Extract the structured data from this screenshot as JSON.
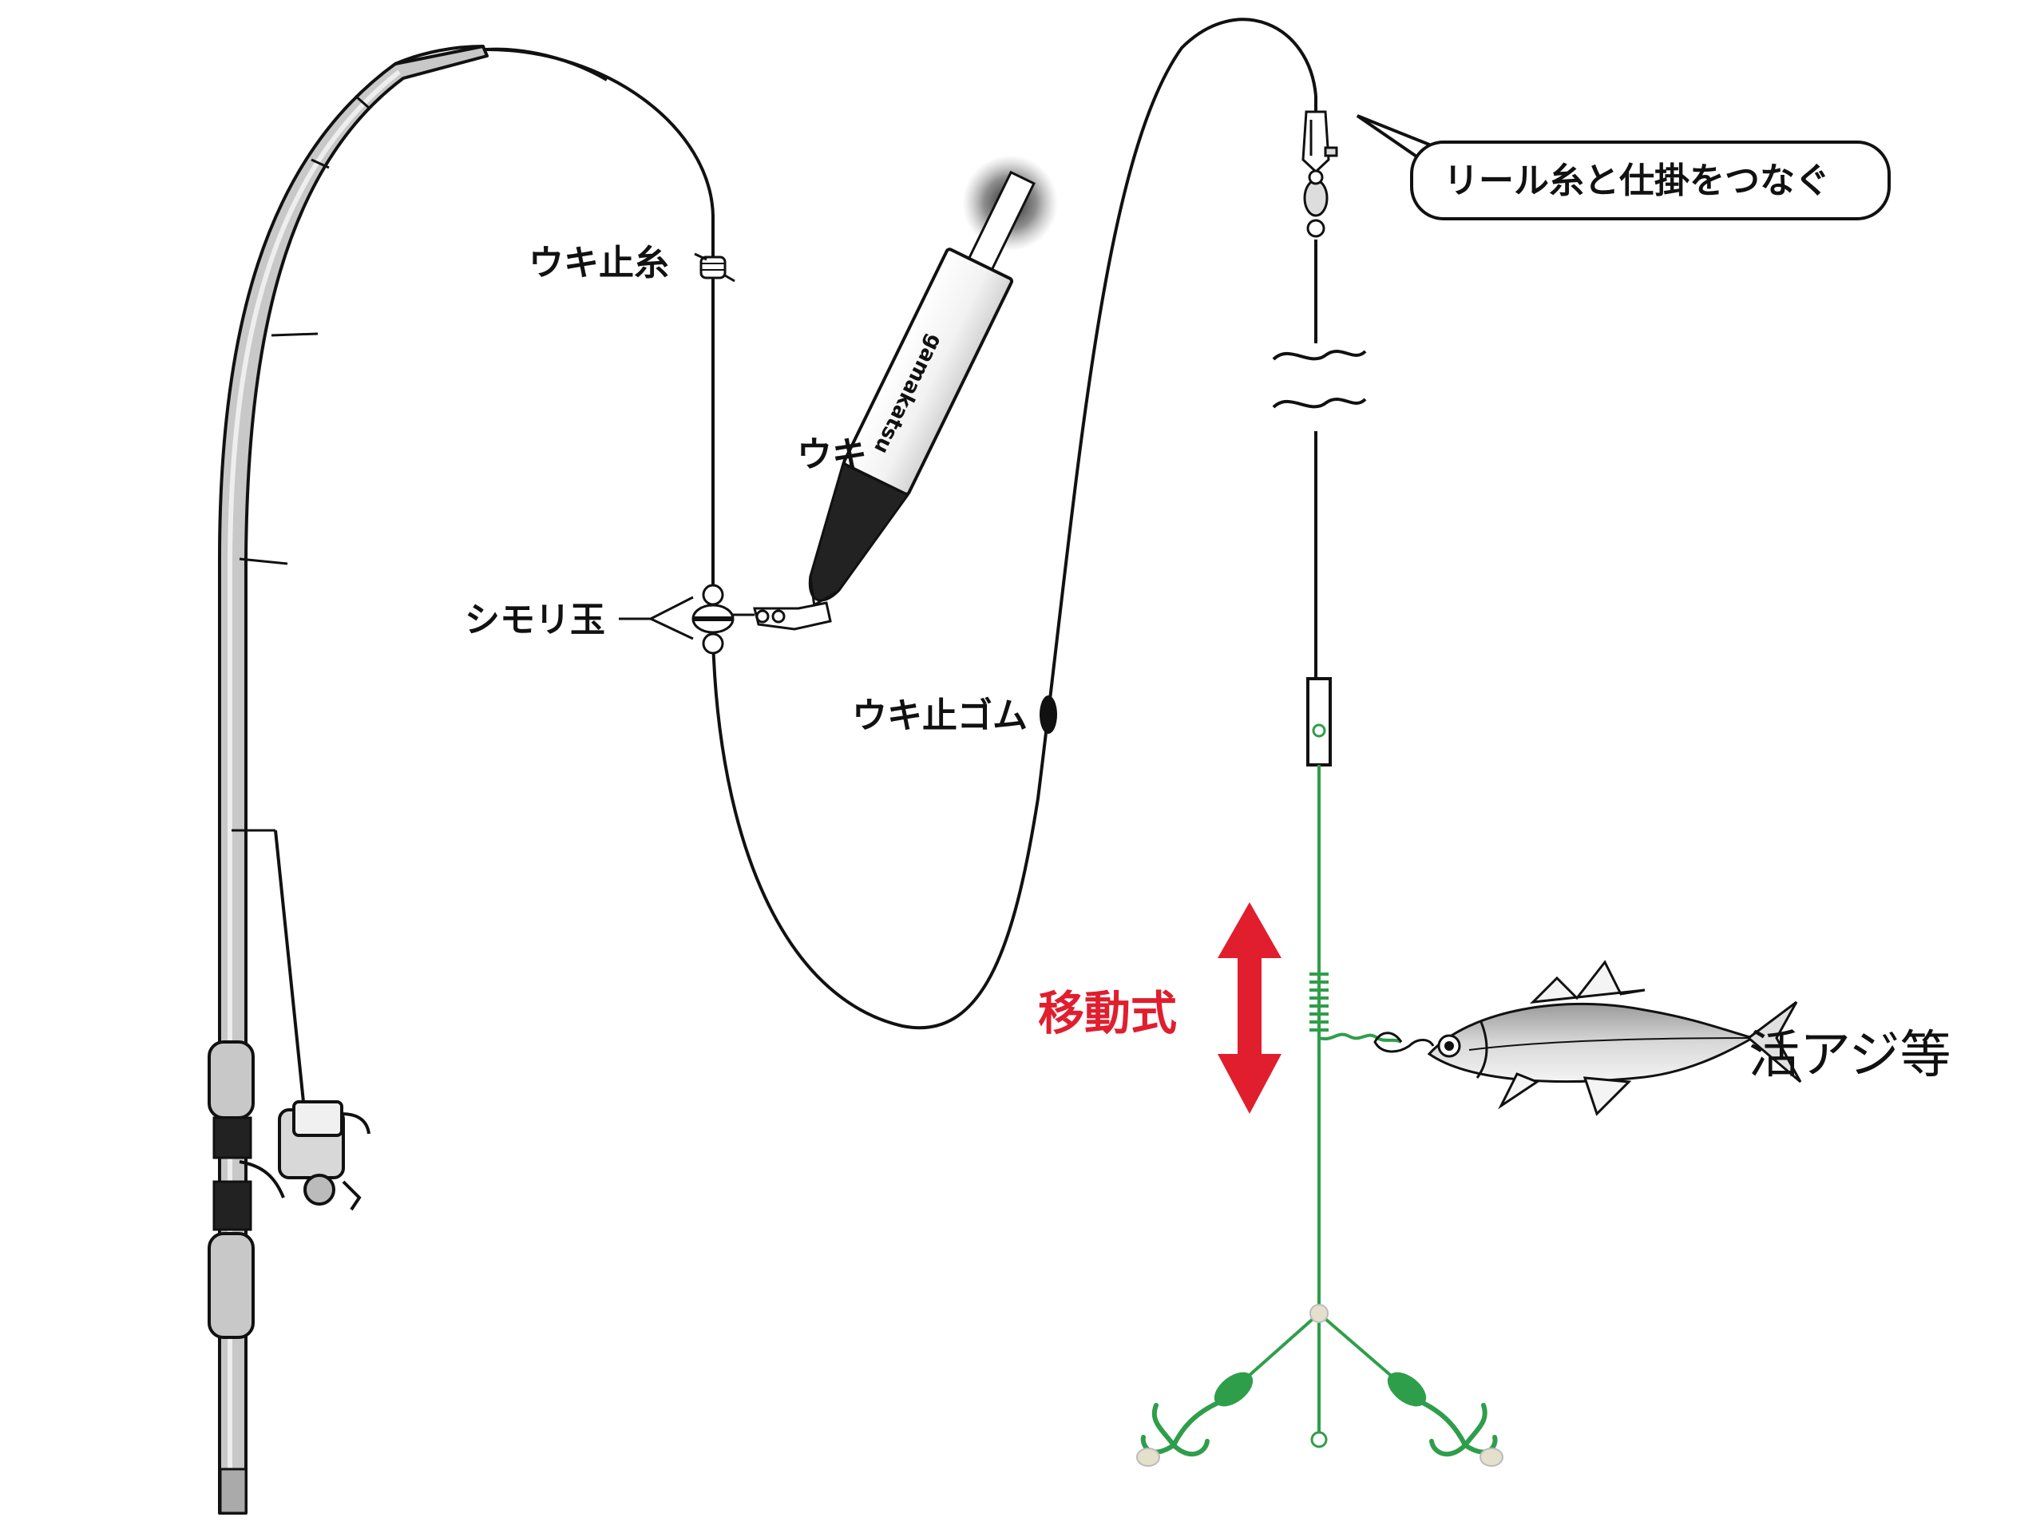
{
  "labels": {
    "uki_stopper_thread": "ウキ止糸",
    "float": "ウキ",
    "shimori_bead": "シモリ玉",
    "uki_stopper_rubber": "ウキ止ゴム",
    "connection_note": "リール糸と仕掛をつなぐ",
    "movable": "移動式",
    "live_bait": "活アジ等",
    "float_brand": "gamakatsu"
  },
  "colors": {
    "line": "#111111",
    "leader": "#2e9e4a",
    "accent_red": "#e01e2e",
    "rod_gray": "#c8c8c8"
  }
}
